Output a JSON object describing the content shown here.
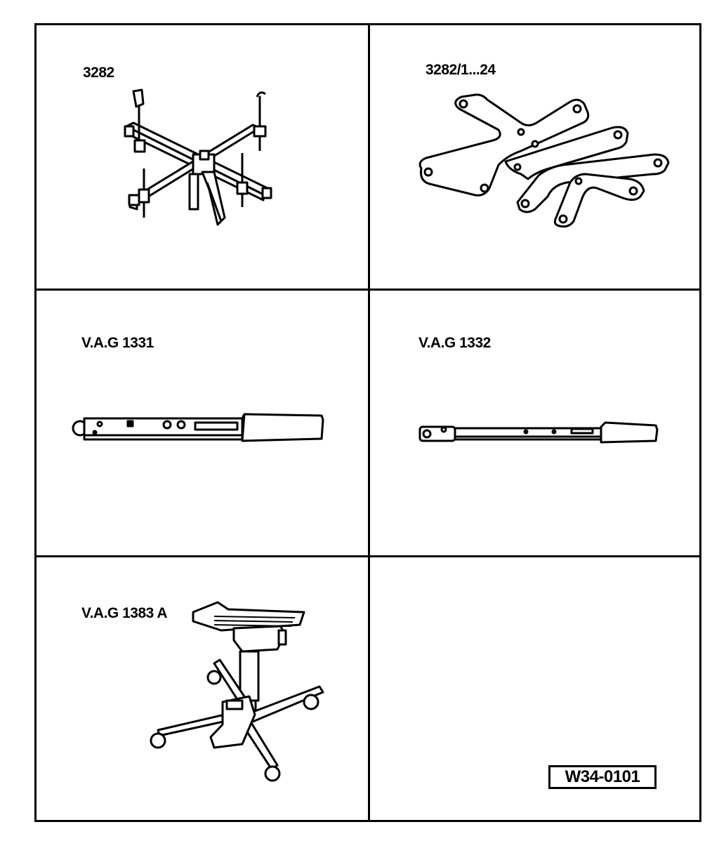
{
  "cells": [
    {
      "id": "3282",
      "label": "3282",
      "icon": "engine-support-fixture-icon"
    },
    {
      "id": "3282-1-24",
      "label": "3282/1...24",
      "icon": "adapter-plates-icon"
    },
    {
      "id": "vag-1331",
      "label": "V.A.G 1331",
      "icon": "torque-wrench-icon"
    },
    {
      "id": "vag-1332",
      "label": "V.A.G 1332",
      "icon": "torque-wrench-icon"
    },
    {
      "id": "vag-1383a",
      "label": "V.A.G 1383 A",
      "icon": "transmission-jack-icon"
    },
    {
      "id": "empty",
      "label": "",
      "icon": ""
    }
  ],
  "figure_reference": "W34-0101"
}
